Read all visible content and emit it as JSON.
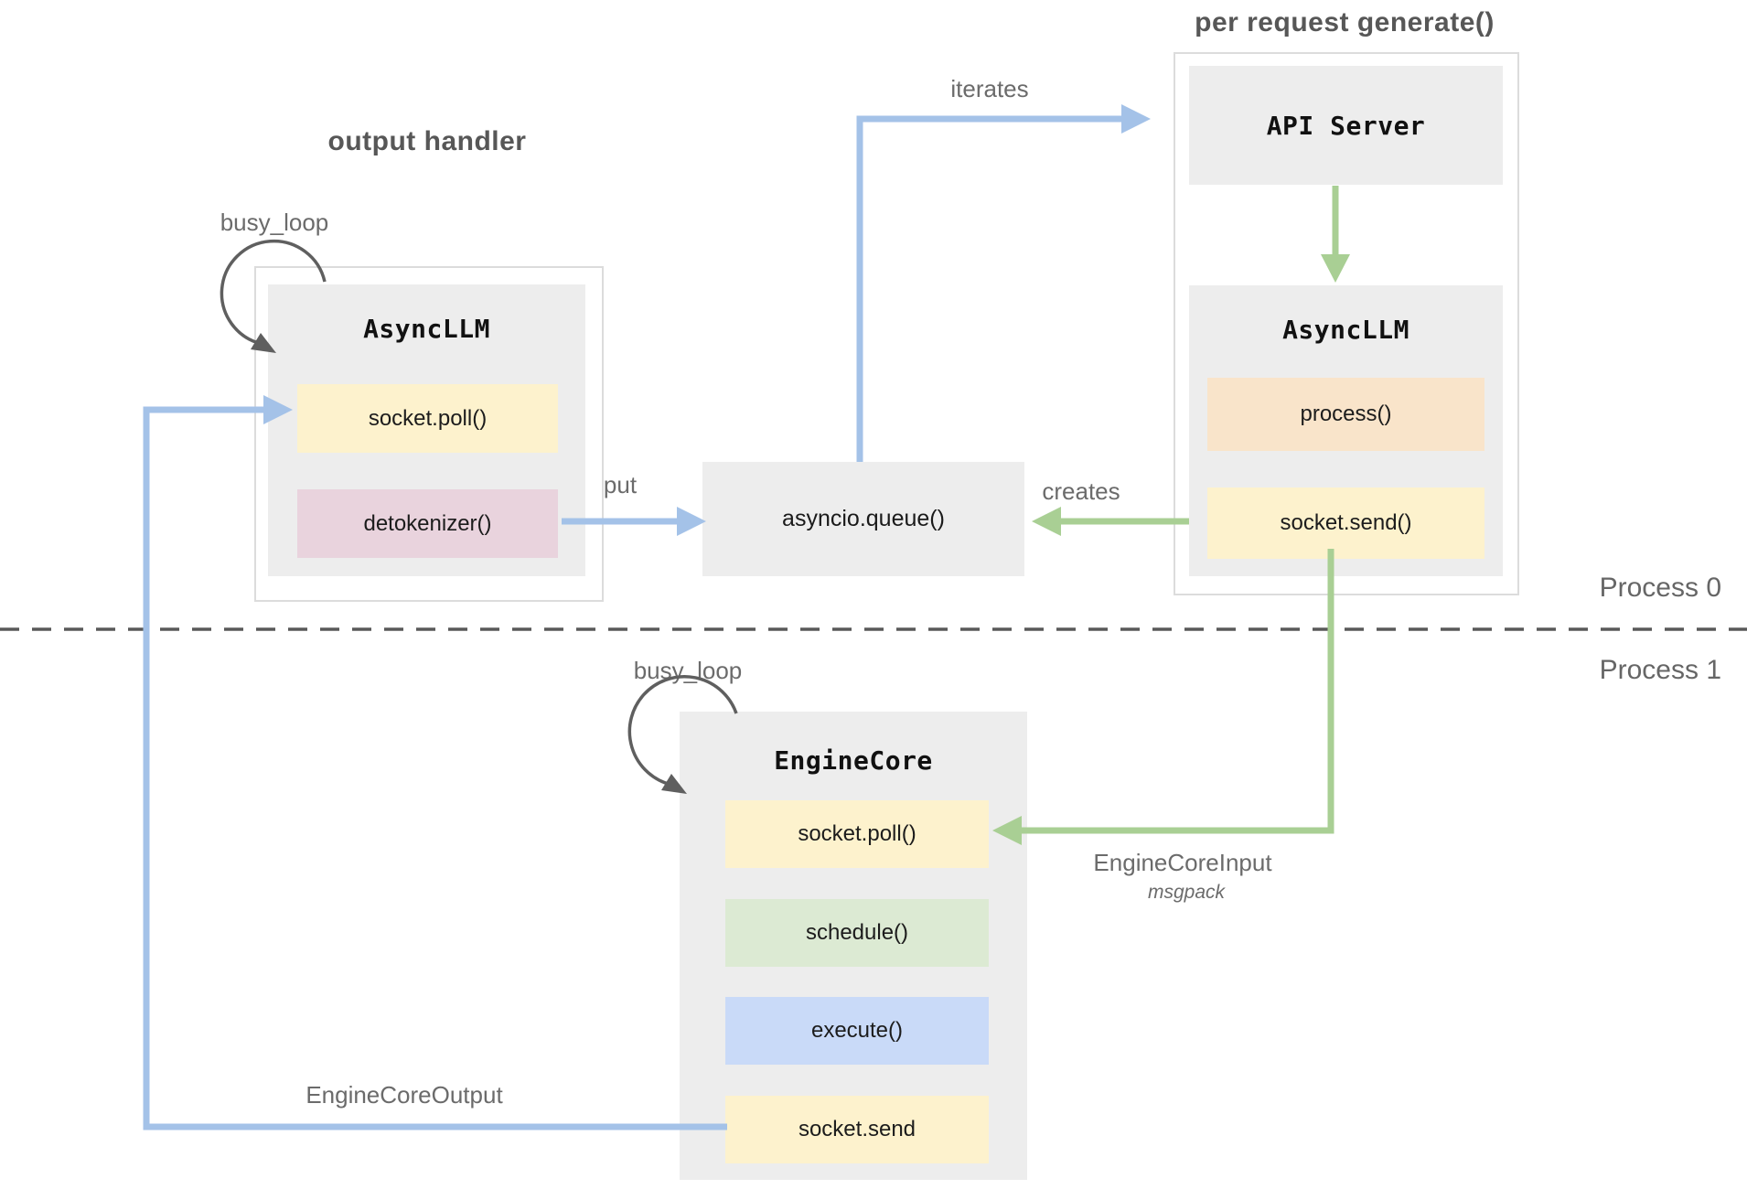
{
  "sections": {
    "output_handler_title": "output handler",
    "per_request_title": "per request generate()",
    "process0": "Process 0",
    "process1": "Process 1"
  },
  "edges": {
    "iterates": "iterates",
    "put": "put",
    "creates": "creates",
    "busy_loop_top": "busy_loop",
    "busy_loop_bottom": "busy_loop",
    "engine_core_output": "EngineCoreOutput",
    "engine_core_input": "EngineCoreInput",
    "engine_core_input_format": "msgpack"
  },
  "nodes": {
    "async_llm_left": {
      "title": "AsyncLLM",
      "items": [
        {
          "label": "socket.poll()",
          "color": "#fdf2cd"
        },
        {
          "label": "detokenizer()",
          "color": "#e9d3dd"
        }
      ]
    },
    "api_server": {
      "title": "API Server"
    },
    "async_llm_right": {
      "title": "AsyncLLM",
      "items": [
        {
          "label": "process()",
          "color": "#f9e4ca"
        },
        {
          "label": "socket.send()",
          "color": "#fdf2cd"
        }
      ]
    },
    "asyncio_queue": {
      "label": "asyncio.queue()"
    },
    "engine_core": {
      "title": "EngineCore",
      "items": [
        {
          "label": "socket.poll()",
          "color": "#fdf2cd"
        },
        {
          "label": "schedule()",
          "color": "#dcead3"
        },
        {
          "label": "execute()",
          "color": "#c9daf8"
        },
        {
          "label": "socket.send",
          "color": "#fdf2cd"
        }
      ]
    }
  },
  "colors": {
    "arrow_blue": "#a4c2e8",
    "arrow_green": "#a9cf94",
    "loop_arrow": "#5f5f5f",
    "divider": "#595959",
    "node_bg": "#ededed",
    "container_border": "#dcdcdc",
    "label_gray": "#6b6b6b",
    "title_gray": "#575757"
  }
}
